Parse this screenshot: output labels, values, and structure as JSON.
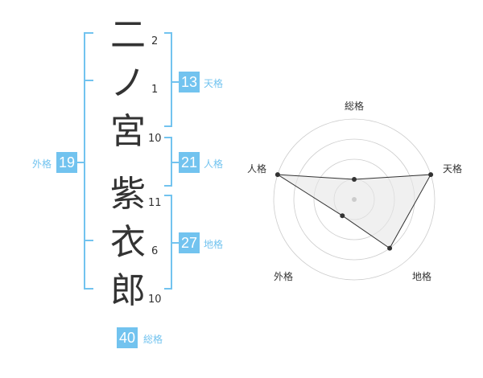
{
  "name": {
    "chars": [
      {
        "char": "二",
        "strokes": "2"
      },
      {
        "char": "ノ",
        "strokes": "1"
      },
      {
        "char": "宮",
        "strokes": "10"
      },
      {
        "char": "紫",
        "strokes": "11"
      },
      {
        "char": "衣",
        "strokes": "6"
      },
      {
        "char": "郎",
        "strokes": "10"
      }
    ]
  },
  "kaku": {
    "tenkaku": {
      "label": "天格",
      "value": "13"
    },
    "jinkaku": {
      "label": "人格",
      "value": "21"
    },
    "chikaku": {
      "label": "地格",
      "value": "27"
    },
    "gaikaku": {
      "label": "外格",
      "value": "19"
    },
    "soukaku": {
      "label": "総格",
      "value": "40"
    }
  },
  "chart_data": {
    "type": "radar",
    "axes": [
      "総格",
      "天格",
      "地格",
      "外格",
      "人格"
    ],
    "values": [
      0.25,
      1.0,
      0.75,
      0.25,
      1.0
    ],
    "max": 1.0,
    "rings": 4
  },
  "colors": {
    "accent": "#72c3ef",
    "text": "#333333",
    "grid": "#cccccc",
    "fill": "#e6e6e6"
  }
}
